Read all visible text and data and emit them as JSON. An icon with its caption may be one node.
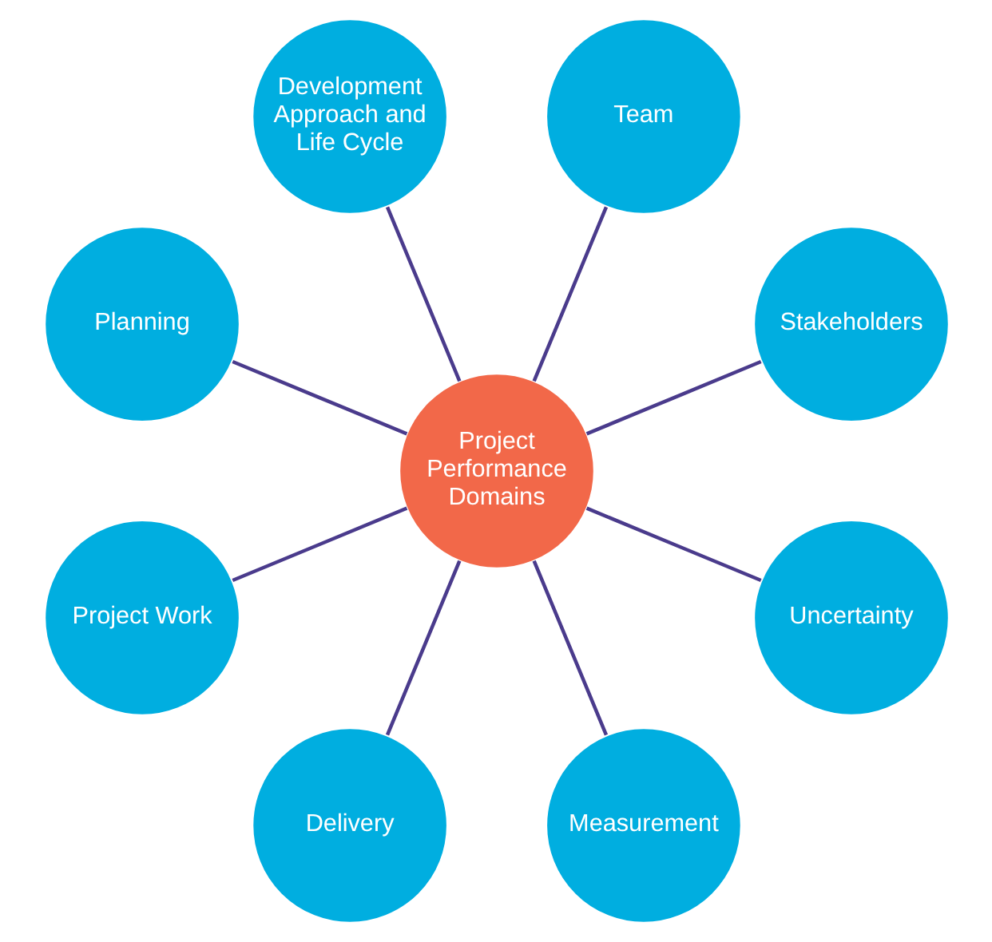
{
  "diagram": {
    "nodes": [
      {
        "text": [
          "Project Performance Domains"
        ]
      },
      {
        "text": [
          "Stakeholders"
        ]
      },
      {
        "text": [
          "Team"
        ]
      },
      {
        "text": [
          "Development Approach and Life Cycle"
        ]
      },
      {
        "text": [
          "Planning"
        ]
      },
      {
        "text": [
          "Project Work"
        ]
      },
      {
        "text": [
          "Delivery"
        ]
      },
      {
        "text": [
          "Measurement"
        ]
      },
      {
        "text": [
          "Uncertainty"
        ]
      }
    ],
    "edges": [
      {
        "from": 0,
        "to": 1,
        "arrow": "none"
      },
      {
        "from": 0,
        "to": 2,
        "arrow": "none"
      },
      {
        "from": 0,
        "to": 3,
        "arrow": "none"
      },
      {
        "from": 0,
        "to": 4,
        "arrow": "none"
      },
      {
        "from": 0,
        "to": 5,
        "arrow": "none"
      },
      {
        "from": 0,
        "to": 6,
        "arrow": "none"
      },
      {
        "from": 0,
        "to": 7,
        "arrow": "none"
      },
      {
        "from": 0,
        "to": 8,
        "arrow": "none"
      }
    ]
  }
}
